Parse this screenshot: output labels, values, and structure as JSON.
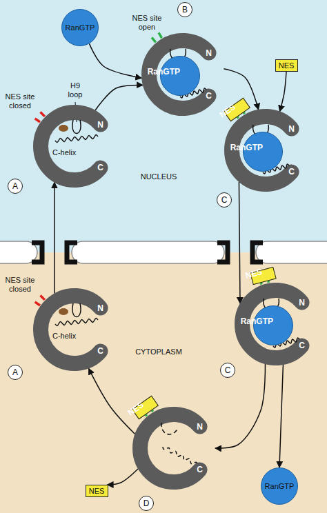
{
  "diagram": {
    "nodes": [
      {
        "text": [
          "RanGTP"
        ]
      },
      {
        "text": [
          "B"
        ]
      },
      {
        "text": [
          "N",
          "C"
        ]
      },
      {
        "text": [
          "RanGTP"
        ],
        "in": 2
      },
      {
        "text": [
          "NES"
        ]
      },
      {
        "text": [
          "N",
          "C"
        ]
      },
      {
        "text": [
          "A"
        ]
      },
      {
        "text": [
          "N",
          "C"
        ]
      },
      {
        "text": [
          "NES"
        ],
        "in": 7
      },
      {
        "text": [
          "RanGTP"
        ],
        "in": 7
      },
      {
        "text": [
          "C"
        ]
      },
      {
        "text": [
          "N",
          "C"
        ]
      },
      {
        "text": [
          "A"
        ]
      },
      {
        "text": [
          "N",
          "C"
        ]
      },
      {
        "text": [
          "NES"
        ],
        "in": 13
      },
      {
        "text": [
          "RanGTP"
        ],
        "in": 13
      },
      {
        "text": [
          "C"
        ]
      },
      {
        "text": [
          "N",
          "C"
        ]
      },
      {
        "text": [
          "NES"
        ],
        "in": 17
      },
      {
        "text": [
          "D"
        ]
      },
      {
        "text": [
          "NES"
        ]
      },
      {
        "text": [
          "RanGTP"
        ]
      }
    ],
    "edges": [
      {
        "from": 0,
        "to": 2,
        "arrow": "to"
      },
      {
        "from": 4,
        "to": 7,
        "arrow": "to"
      },
      {
        "from": 5,
        "to": 2,
        "arrow": "to"
      },
      {
        "from": 2,
        "to": 7,
        "arrow": "to"
      },
      {
        "from": 7,
        "to": 13,
        "arrow": "to"
      },
      {
        "from": 13,
        "to": 17,
        "arrow": "to"
      },
      {
        "from": 13,
        "to": 21,
        "arrow": "to"
      },
      {
        "from": 17,
        "to": 11,
        "arrow": "to"
      },
      {
        "from": 17,
        "to": 20,
        "arrow": "to"
      },
      {
        "from": 11,
        "to": 5,
        "arrow": "to"
      }
    ],
    "labels": [
      "NES site open",
      "NES site closed",
      "H9 loop",
      "C-helix",
      "NUCLEUS",
      "NES site closed",
      "C-helix",
      "CYTOPLASM"
    ]
  }
}
